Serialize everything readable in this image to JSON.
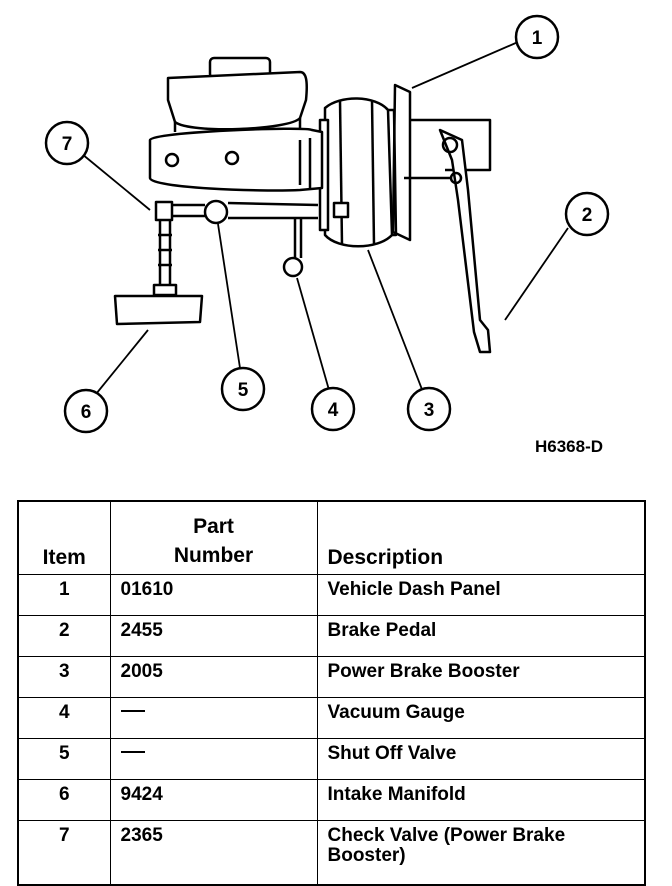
{
  "figure": {
    "code": "H6368-D",
    "callouts": [
      "1",
      "2",
      "3",
      "4",
      "5",
      "6",
      "7"
    ]
  },
  "table": {
    "headers": {
      "item": "Item",
      "part_line1": "Part",
      "part_line2": "Number",
      "description": "Description"
    },
    "rows": [
      {
        "item": "1",
        "part": "01610",
        "description": "Vehicle Dash Panel"
      },
      {
        "item": "2",
        "part": "2455",
        "description": "Brake Pedal"
      },
      {
        "item": "3",
        "part": "2005",
        "description": "Power Brake Booster"
      },
      {
        "item": "4",
        "part": "",
        "description": "Vacuum Gauge"
      },
      {
        "item": "5",
        "part": "",
        "description": "Shut Off Valve"
      },
      {
        "item": "6",
        "part": "9424",
        "description": "Intake Manifold"
      },
      {
        "item": "7",
        "part": "2365",
        "description": "Check Valve (Power Brake Booster)"
      }
    ]
  }
}
